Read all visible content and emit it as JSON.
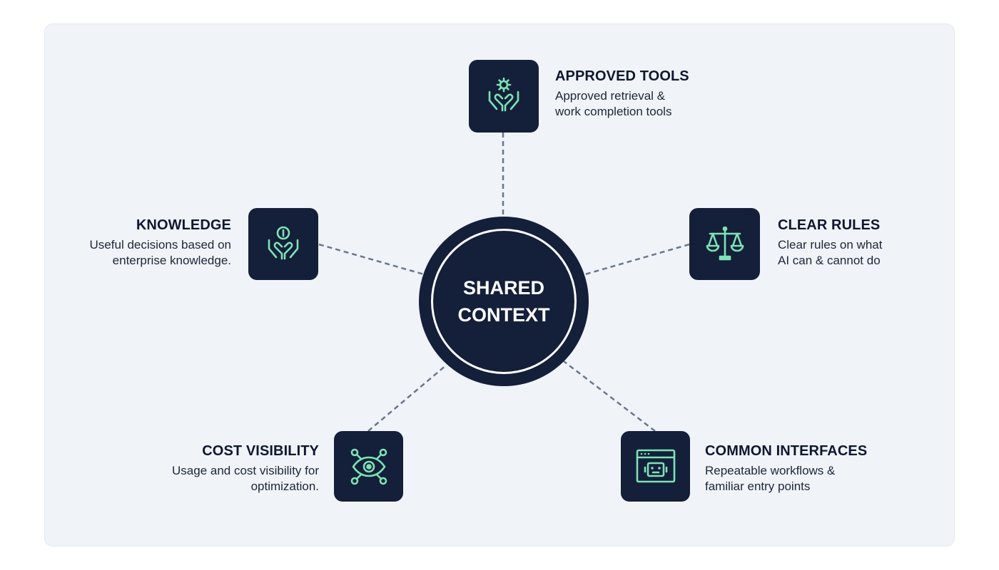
{
  "hub": {
    "line1": "SHARED",
    "line2": "CONTEXT"
  },
  "nodes": {
    "approved_tools": {
      "title": "APPROVED TOOLS",
      "desc_line1": "Approved retrieval &",
      "desc_line2": "work completion tools",
      "icon": "hands-gear-icon"
    },
    "knowledge": {
      "title": "KNOWLEDGE",
      "desc_line1": "Useful decisions based on",
      "desc_line2": "enterprise knowledge.",
      "icon": "hands-coin-icon"
    },
    "clear_rules": {
      "title": "CLEAR RULES",
      "desc_line1": "Clear rules on what",
      "desc_line2": "AI can & cannot do",
      "icon": "scales-icon"
    },
    "cost_visibility": {
      "title": "COST VISIBILITY",
      "desc_line1": "Usage and cost visibility for",
      "desc_line2": "optimization.",
      "icon": "eye-network-icon"
    },
    "common_interfaces": {
      "title": "COMMON INTERFACES",
      "desc_line1": "Repeatable workflows &",
      "desc_line2": "familiar entry points",
      "icon": "browser-robot-icon"
    }
  },
  "colors": {
    "panel_bg": "#f0f4f9",
    "navy": "#141f3a",
    "icon_accent": "#7ee2b5",
    "connector": "#6b778a"
  }
}
